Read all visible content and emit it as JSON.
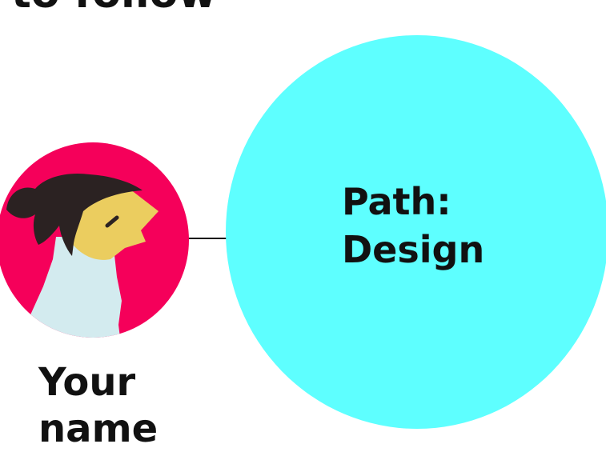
{
  "heading": {
    "visible_text": "to follow"
  },
  "person": {
    "name_lines": [
      "Your",
      "name"
    ]
  },
  "path": {
    "label_lines": [
      "Path:",
      "Design"
    ]
  },
  "colors": {
    "path_circle": "#5effff",
    "avatar_background": "#f5005a",
    "skin": "#ebcd5f",
    "hair": "#2b2222",
    "shirt": "#d3ebef",
    "connector": "#111111"
  },
  "icons": {
    "avatar": "person-profile-avatar"
  }
}
